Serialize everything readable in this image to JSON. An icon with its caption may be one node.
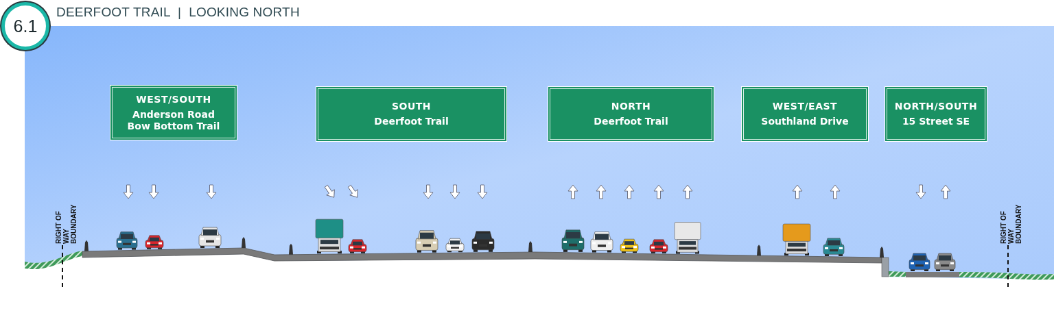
{
  "diagram": {
    "title": "DEERFOOT TRAIL  |  LOOKING NORTH",
    "nodes": [
      {
        "text": [
          "6.1"
        ]
      },
      {
        "text": [
          "WEST/SOUTH",
          "Anderson Road",
          "Bow Bottom Trail"
        ]
      },
      {
        "text": [
          "SOUTH",
          "Deerfoot Trail"
        ]
      },
      {
        "text": [
          "NORTH",
          "Deerfoot Trail"
        ]
      },
      {
        "text": [
          "WEST/EAST",
          "Southland Drive"
        ]
      },
      {
        "text": [
          "NORTH/SOUTH",
          "15 Street SE"
        ]
      }
    ],
    "labels": [
      "RIGHT OF WAY BOUNDARY",
      "RIGHT OF WAY BOUNDARY"
    ]
  }
}
